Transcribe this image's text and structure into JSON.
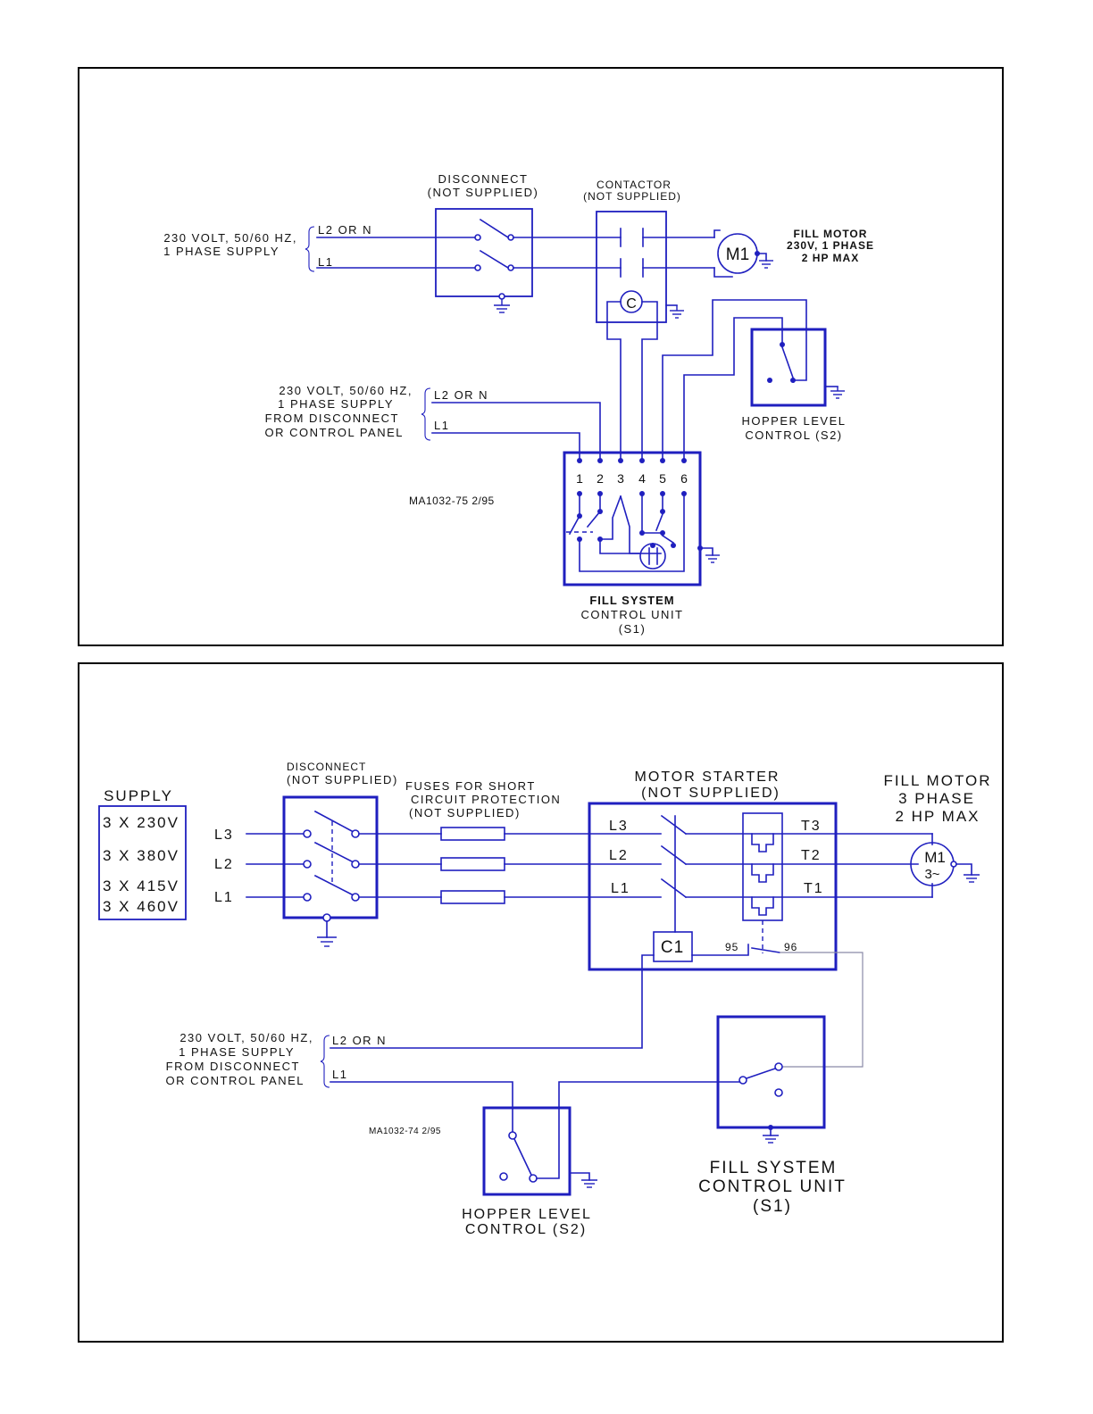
{
  "diagram_1": {
    "supply_label_line1": "230 VOLT, 50/60 HZ,",
    "supply_label_line2": "1 PHASE SUPPLY",
    "supply_l2": "L2 OR N",
    "supply_l1": "L1",
    "disconnect_line1": "DISCONNECT",
    "disconnect_line2": "(NOT SUPPLIED)",
    "contactor_line1": "CONTACTOR",
    "contactor_line2": "(NOT SUPPLIED)",
    "contactor_coil": "C",
    "motor_symbol": "M1",
    "motor_line1": "FILL MOTOR",
    "motor_line2": "230V, 1 PHASE",
    "motor_line3": "2 HP MAX",
    "hopper_line1": "HOPPER LEVEL",
    "hopper_line2": "CONTROL (S2)",
    "ctrl_supply_line1": "230 VOLT, 50/60 HZ,",
    "ctrl_supply_line2": "1 PHASE SUPPLY",
    "ctrl_supply_line3": "FROM DISCONNECT",
    "ctrl_supply_line4": "OR CONTROL PANEL",
    "ctrl_l2": "L2 OR N",
    "ctrl_l1": "L1",
    "terminals": [
      "1",
      "2",
      "3",
      "4",
      "5",
      "6"
    ],
    "drawing_number": "MA1032-75 2/95",
    "fill_line1": "FILL SYSTEM",
    "fill_line2": "CONTROL UNIT",
    "fill_line3": "(S1)"
  },
  "diagram_2": {
    "supply_title": "SUPPLY",
    "supply_options": [
      "3 X 230V",
      "3 X 380V",
      "3 X 415V",
      "3 X 460V"
    ],
    "lines": [
      "L3",
      "L2",
      "L1"
    ],
    "disconnect_line1": "DISCONNECT",
    "disconnect_line2": "(NOT SUPPLIED)",
    "fuses_line1": "FUSES FOR SHORT",
    "fuses_line2": "CIRCUIT PROTECTION",
    "fuses_line3": "(NOT SUPPLIED)",
    "starter_line1": "MOTOR STARTER",
    "starter_line2": "(NOT SUPPLIED)",
    "starter_inputs": [
      "L3",
      "L2",
      "L1"
    ],
    "starter_outputs": [
      "T3",
      "T2",
      "T1"
    ],
    "coil": "C1",
    "aux_95": "95",
    "aux_96": "96",
    "motor_line1": "FILL MOTOR",
    "motor_line2": "3 PHASE",
    "motor_line3": "2 HP MAX",
    "motor_symbol": "M1",
    "motor_phase": "3~",
    "ctrl_supply_line1": "230 VOLT, 50/60 HZ,",
    "ctrl_supply_line2": "1 PHASE SUPPLY",
    "ctrl_supply_line3": "FROM DISCONNECT",
    "ctrl_supply_line4": "OR CONTROL PANEL",
    "ctrl_l2": "L2 OR N",
    "ctrl_l1": "L1",
    "drawing_number": "MA1032-74 2/95",
    "hopper_line1": "HOPPER LEVEL",
    "hopper_line2": "CONTROL (S2)",
    "fill_line1": "FILL SYSTEM",
    "fill_line2": "CONTROL UNIT",
    "fill_line3": "(S1)"
  }
}
